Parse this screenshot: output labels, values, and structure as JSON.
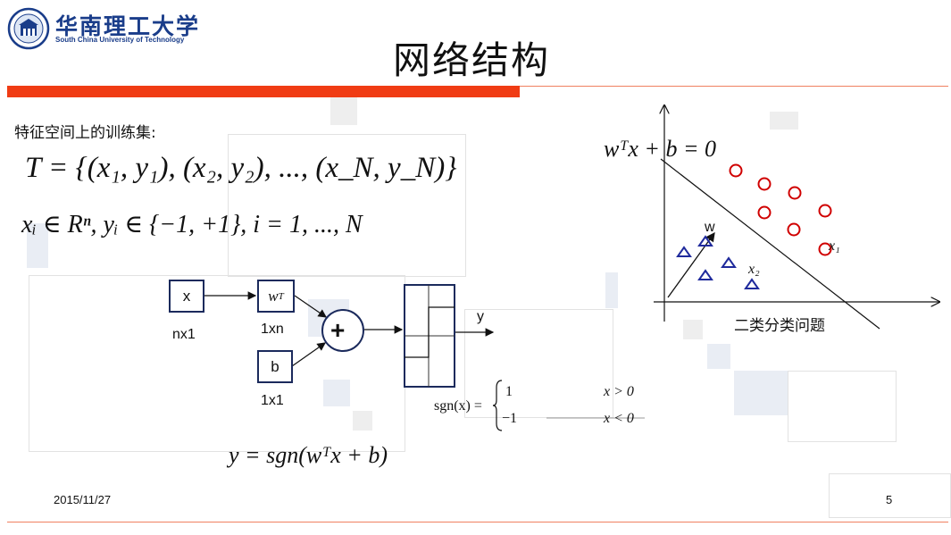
{
  "header": {
    "school_cn": "华南理工大学",
    "school_en": "South China University of Technology",
    "title": "网络结构"
  },
  "content": {
    "subtitle": "特征空间上的训练集:",
    "training_set": "T = {(x₁, y₁), (x₂, y₂), ..., (x_N, y_N)}",
    "domain": "xᵢ ∈ Rⁿ, yᵢ ∈ {−1, +1},     i = 1, ..., N"
  },
  "network": {
    "input_label": "x",
    "input_dim": "nx1",
    "weight_label": "w",
    "weight_sup": "T",
    "weight_dim": "1xn",
    "bias_label": "b",
    "bias_dim": "1x1",
    "sum_symbol": "+",
    "output_label": "y",
    "sgn_def": "sgn(x) =",
    "sgn_pos_val": "1",
    "sgn_pos_cond": "x > 0",
    "sgn_neg_val": "−1",
    "sgn_neg_cond": "x < 0",
    "output_eq": "y = sgn(wᵀx + b)"
  },
  "classification": {
    "line_eq": "wᵀx + b = 0",
    "w_label": "w",
    "x1_label": "x₁",
    "x2_label": "x₂",
    "caption": "二类分类问题",
    "circle_color": "#d00000",
    "triangle_color": "#1f2a9c"
  },
  "footer": {
    "date": "2015/11/27",
    "page": "5"
  }
}
